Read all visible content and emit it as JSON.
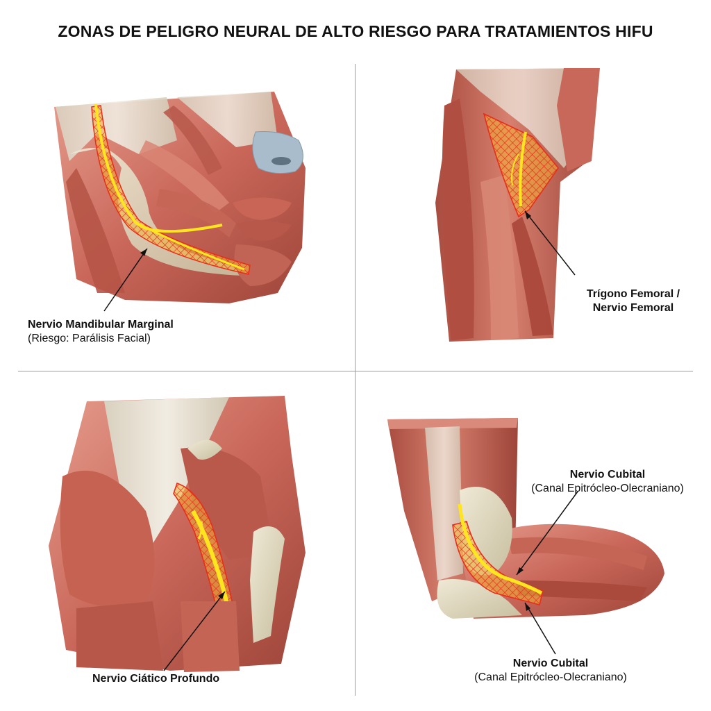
{
  "title": "ZONAS DE PELIGRO NEURAL DE ALTO RIESGO PARA TRATAMIENTOS HIFU",
  "colors": {
    "muscle": "#c9675a",
    "muscle_dark": "#9e4539",
    "muscle_light": "#e59c8c",
    "tendon": "#e4dccb",
    "bone": "#d8d1b8",
    "nerve": "#ffe51f",
    "danger_zone": "#e62e1a",
    "cartilage": "#a9bccb"
  },
  "labels": {
    "face": {
      "name": "Nervio Mandibular Marginal",
      "note": "(Riesgo: Parálisis Facial)"
    },
    "thigh": {
      "name_line1": "Trígono Femoral /",
      "name_line2": "Nervio Femoral"
    },
    "gluteal": {
      "name": "Nervio Ciático Profundo"
    },
    "elbow_top": {
      "name": "Nervio Cubital",
      "note": "(Canal Epitrócleo-Olecraniano)"
    },
    "elbow_bottom": {
      "name": "Nervio Cubital",
      "note": "(Canal Epitrócleo-Olecraniano)"
    }
  }
}
